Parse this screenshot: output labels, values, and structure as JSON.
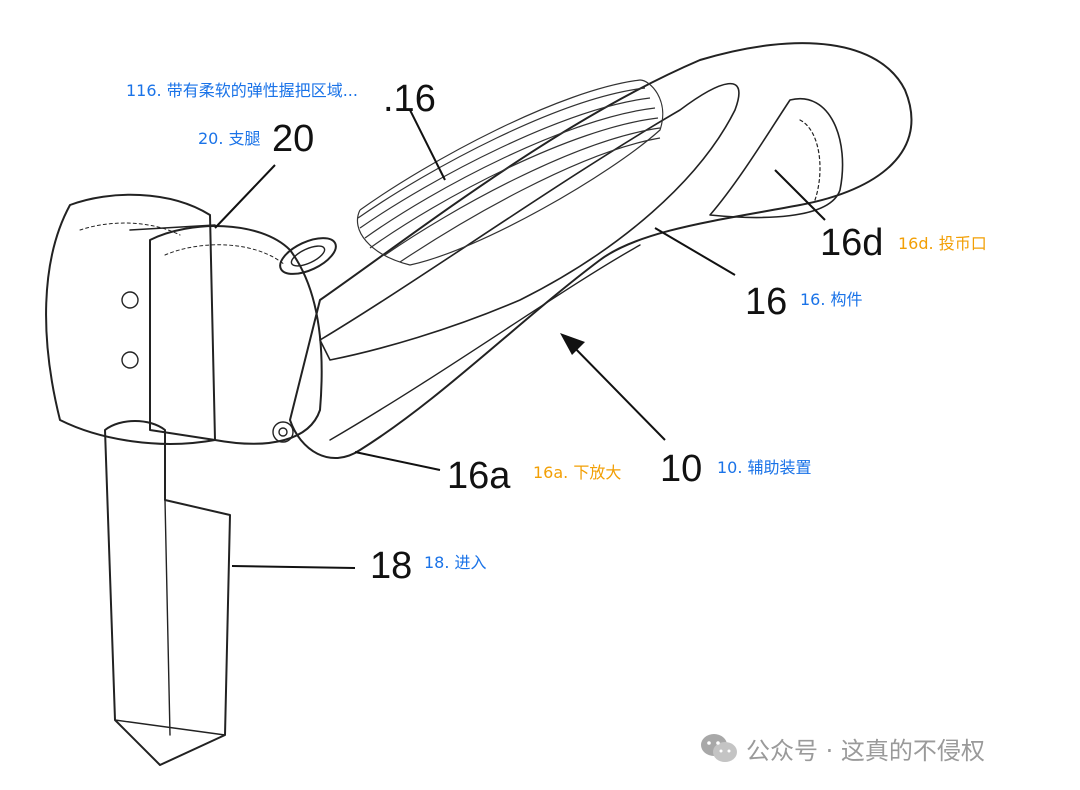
{
  "colors": {
    "blue": "#1a73e8",
    "orange": "#f29f05",
    "ink": "#111111",
    "watermark": "#9a9a9a"
  },
  "numerals": {
    "n116": ".16",
    "n20": "20",
    "n16d": "16d",
    "n16": "16",
    "n10": "10",
    "n16a": "16a",
    "n18": "18"
  },
  "annotations": {
    "a116": "116. 带有柔软的弹性握把区域...",
    "a20": "20. 支腿",
    "a16d": "16d. 投币口",
    "a16": "16. 构件",
    "a10": "10. 辅助装置",
    "a16a": "16a. 下放大",
    "a18": "18. 进入"
  },
  "watermark": {
    "icon": "wechat-icon",
    "text": "公众号 · 这真的不侵权"
  }
}
